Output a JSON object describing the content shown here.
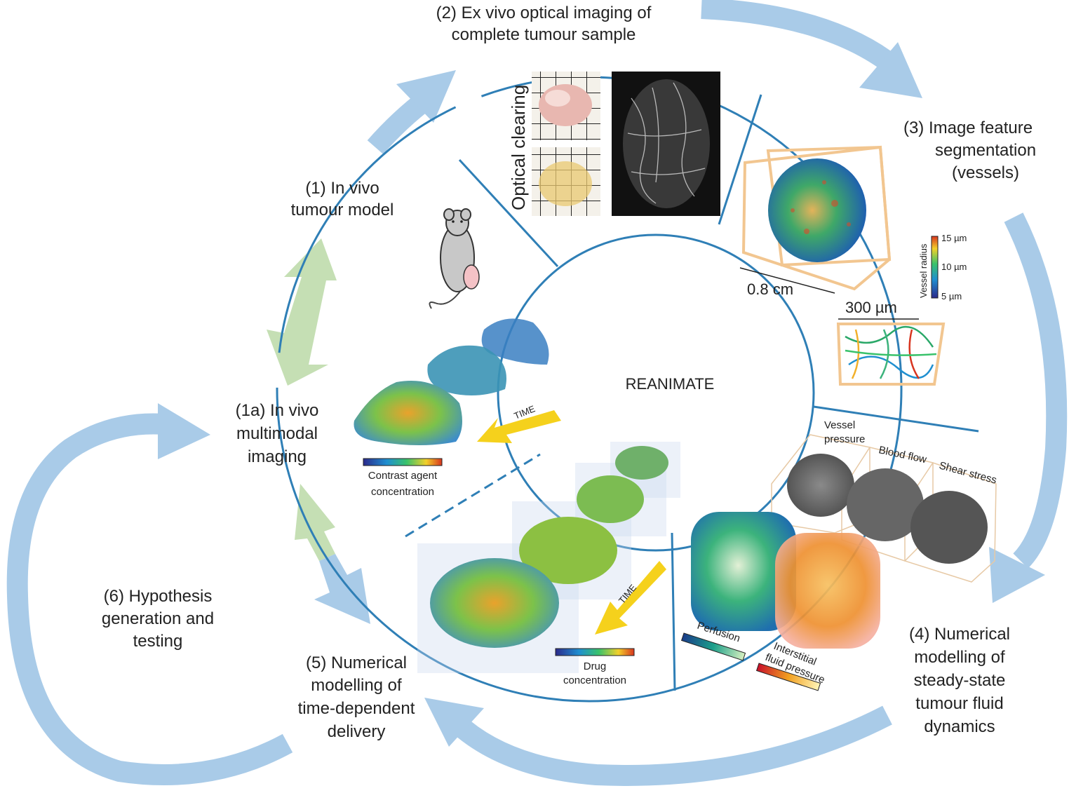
{
  "center_label": "REANIMATE",
  "steps": {
    "s1": [
      "(1) In vivo",
      "tumour model"
    ],
    "s1a": [
      "(1a) In vivo",
      "multimodal",
      "imaging"
    ],
    "s2": [
      "(2) Ex vivo optical imaging of",
      "complete tumour sample"
    ],
    "s3": [
      "(3) Image feature",
      "segmentation",
      "(vessels)"
    ],
    "s4": [
      "(4) Numerical",
      "modelling of",
      "steady-state",
      "tumour fluid",
      "dynamics"
    ],
    "s5": [
      "(5) Numerical",
      "modelling of",
      "time-dependent",
      "delivery"
    ],
    "s6": [
      "(6) Hypothesis",
      "generation and",
      "testing"
    ]
  },
  "panel_labels": {
    "optical_clearing": "Optical clearing",
    "scale_large": "0.8 cm",
    "scale_small": "300 µm",
    "vessel_radius_title": "Vessel radius",
    "vessel_radius_ticks": [
      "15 µm",
      "10 µm",
      "5 µm"
    ],
    "contrast_colorbar": [
      "Contrast agent",
      "concentration"
    ],
    "time_label": "TIME",
    "drug_colorbar": [
      "Drug",
      "concentration"
    ],
    "perfusion": "Perfusion",
    "ifp": [
      "Interstitial",
      "fluid pressure"
    ],
    "vessel_pressure": [
      "Vessel",
      "pressure"
    ],
    "blood_flow": "Blood flow",
    "shear_stress": "Shear stress"
  },
  "colors": {
    "blue_arrow": "#a9cbe8",
    "green_arrow": "#c5dfb4",
    "ring": "#2f7fb6",
    "yellow_arrow": "#f5d11c",
    "box_orange": "#f2c690"
  },
  "icons": {
    "mouse": "mouse-icon"
  }
}
